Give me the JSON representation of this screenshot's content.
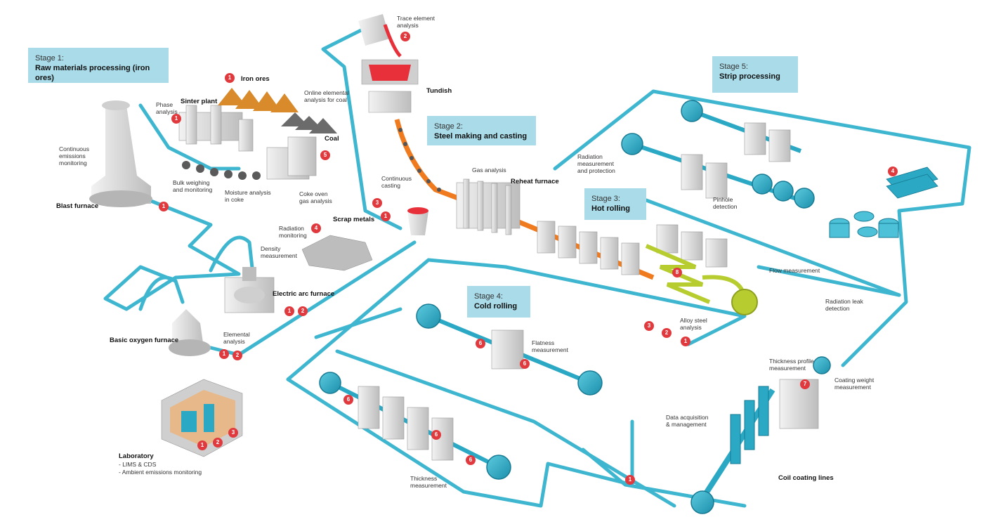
{
  "stages": {
    "s1": {
      "num": "Stage 1:",
      "title": "Raw materials processing (iron ores)"
    },
    "s2": {
      "num": "Stage 2:",
      "title": "Steel making and casting"
    },
    "s3": {
      "num": "Stage 3:",
      "title": "Hot rolling"
    },
    "s4": {
      "num": "Stage 4:",
      "title": "Cold rolling"
    },
    "s5": {
      "num": "Stage 5:",
      "title": "Strip processing"
    }
  },
  "labels": {
    "iron_ores": "Iron ores",
    "sinter_plant": "Sinter plant",
    "phase_analysis": "Phase\nanalysis",
    "online_elemental": "Online elemental\nanalysis for coal",
    "coal": "Coal",
    "continuous_emissions": "Continuous\nemissions\nmonitoring",
    "blast_furnace": "Blast furnace",
    "bulk_weighing": "Bulk weighing\nand monitoring",
    "moisture_analysis": "Moisture analysis\nin coke",
    "coke_oven": "Coke oven\ngas analysis",
    "trace_element": "Trace element\nanalysis",
    "tundish": "Tundish",
    "continuous_casting": "Continuous\ncasting",
    "gas_analysis": "Gas analysis",
    "reheat_furnace": "Reheat furnace",
    "radiation_monitoring": "Radiation\nmonitoring",
    "scrap_metals": "Scrap metals",
    "density_measurement": "Density\nmeasurement",
    "electric_arc_furnace": "Electric arc furnace",
    "basic_oxygen_furnace": "Basic oxygen furnace",
    "elemental_analysis": "Elemental\nanalysis",
    "radiation_measurement": "Radiation\nmeasurement\nand protection",
    "pinhole_detection": "Pinhole\ndetection",
    "flow_measurement": "Flow measurement",
    "radiation_leak": "Radiation leak\ndetection",
    "alloy_steel": "Alloy steel\nanalysis",
    "flatness_measurement": "Flatness\nmeasurement",
    "thickness_profile": "Thickness profile\nmeasurement",
    "coating_weight": "Coating weight\nmeasurement",
    "data_acquisition": "Data acquisition\n& management",
    "thickness_measurement": "Thickness\nmeasurement",
    "coil_coating_lines": "Coil coating lines",
    "laboratory": "Laboratory"
  },
  "laboratory_items": [
    "- LIMS & CDS",
    "- Ambient emissions monitoring"
  ],
  "badges": {
    "b1": "1",
    "b2": "1",
    "b3": "5",
    "b4": "1",
    "b5": "2",
    "b6": "3",
    "b7": "1",
    "b8": "4",
    "b9": "1",
    "b10": "2",
    "b11": "1",
    "b12": "2",
    "b13": "8",
    "b14": "3",
    "b15": "2",
    "b16": "1",
    "b17": "6",
    "b18": "6",
    "b19": "6",
    "b20": "6",
    "b21": "6",
    "b22": "7",
    "b23": "1",
    "b24": "4",
    "b25": "1",
    "b26": "2",
    "b27": "3"
  },
  "colors": {
    "pipe": "#3fb6cf",
    "stage_box": "#a9dbe8",
    "badge": "#e03a3e",
    "machine": "#d9d9d9",
    "coil": "#2aa8c4",
    "molten": "#e8303a",
    "hot_strip": "#f07a1e",
    "green_strip": "#b7cc2e"
  }
}
